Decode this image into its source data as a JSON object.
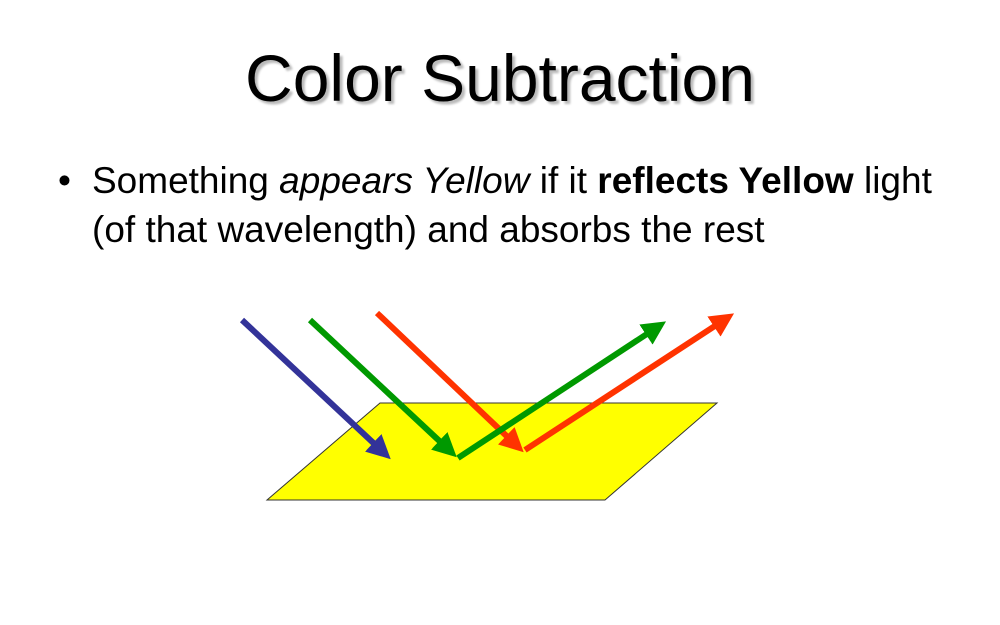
{
  "slide": {
    "title": "Color Subtraction",
    "bullet": {
      "marker": "•",
      "segments": {
        "s1": "Something ",
        "s2": "appears Yellow",
        "s3": " if it ",
        "s4": "reflects Yellow",
        "s5": " light (of that wavelength) and absorbs the rest"
      }
    },
    "diagram": {
      "surface_color": "#ffff00",
      "arrows": [
        {
          "name": "blue-incident",
          "color": "#333399",
          "absorbed": true
        },
        {
          "name": "green-incident",
          "color": "#009900",
          "absorbed": false
        },
        {
          "name": "green-reflected",
          "color": "#009900"
        },
        {
          "name": "red-incident",
          "color": "#ff3300",
          "absorbed": false
        },
        {
          "name": "red-reflected",
          "color": "#ff3300"
        }
      ]
    }
  }
}
